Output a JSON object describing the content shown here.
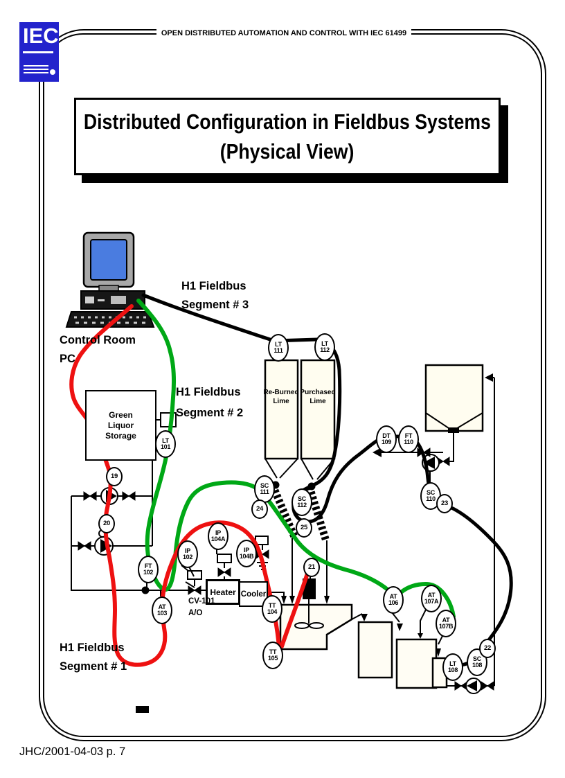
{
  "header": {
    "logo_text": "IEC",
    "banner": "OPEN DISTRIBUTED AUTOMATION AND CONTROL WITH IEC 61499"
  },
  "title": {
    "line1": "Distributed Configuration in Fieldbus Systems",
    "line2": "(Physical View)"
  },
  "labels": {
    "control_room": {
      "line1": "Control Room",
      "line2": "PC"
    },
    "segment3": {
      "line1": "H1 Fieldbus",
      "line2": "Segment # 3"
    },
    "segment2": {
      "line1": "H1 Fieldbus",
      "line2": "Segment # 2"
    },
    "segment1": {
      "line1": "H1 Fieldbus",
      "line2": "Segment # 1"
    }
  },
  "equipment": {
    "green_liquor_storage": {
      "line1": "Green",
      "line2": "Liquor",
      "line3": "Storage"
    },
    "reburned_lime": {
      "line1": "Re-Burned",
      "line2": "Lime"
    },
    "purchased_lime": {
      "line1": "Purchased",
      "line2": "Lime"
    },
    "heater": "Heater",
    "cooler": "Cooler",
    "cv101": {
      "line1": "CV-101",
      "line2": "A/O"
    }
  },
  "instruments": {
    "lt111": {
      "l1": "LT",
      "l2": "111"
    },
    "lt112": {
      "l1": "LT",
      "l2": "112"
    },
    "lt101": {
      "l1": "LT",
      "l2": "101"
    },
    "n19": {
      "l1": "19"
    },
    "n20": {
      "l1": "20"
    },
    "ft102": {
      "l1": "FT",
      "l2": "102"
    },
    "ip102": {
      "l1": "IP",
      "l2": "102"
    },
    "at103": {
      "l1": "AT",
      "l2": "103"
    },
    "ip104a": {
      "l1": "IP",
      "l2": "104A"
    },
    "ip104b": {
      "l1": "IP",
      "l2": "104B"
    },
    "tt104": {
      "l1": "TT",
      "l2": "104"
    },
    "tt105": {
      "l1": "TT",
      "l2": "105"
    },
    "n21": {
      "l1": "21"
    },
    "sc111": {
      "l1": "SC",
      "l2": "111"
    },
    "n24": {
      "l1": "24"
    },
    "sc112": {
      "l1": "SC",
      "l2": "112"
    },
    "n25": {
      "l1": "25"
    },
    "dt109": {
      "l1": "DT",
      "l2": "109"
    },
    "ft110": {
      "l1": "FT",
      "l2": "110"
    },
    "sc110": {
      "l1": "SC",
      "l2": "110"
    },
    "n23": {
      "l1": "23"
    },
    "at106": {
      "l1": "AT",
      "l2": "106"
    },
    "at107a": {
      "l1": "AT",
      "l2": "107A"
    },
    "at107b": {
      "l1": "AT",
      "l2": "107B"
    },
    "lt108": {
      "l1": "LT",
      "l2": "108"
    },
    "sc108": {
      "l1": "SC",
      "l2": "108"
    },
    "n22": {
      "l1": "22"
    }
  },
  "colors": {
    "segment1_red": "#ee1111",
    "segment2_green": "#00a816",
    "segment3_black": "#000000",
    "logo_blue": "#2323cc",
    "screen_blue": "#4a7ce0"
  },
  "footer": "JHC/2001-04-03 p. 7"
}
